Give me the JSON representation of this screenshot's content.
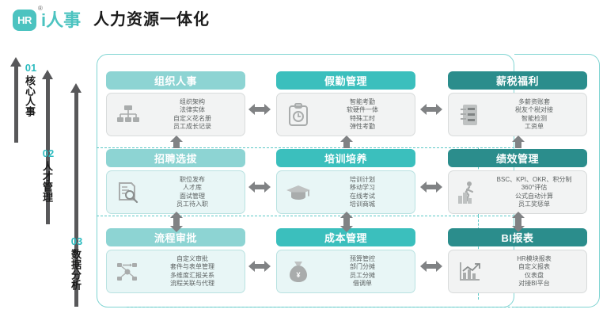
{
  "header": {
    "logo_text": "HR",
    "registered_mark": "®",
    "brand": "i人事",
    "title": "人力资源一体化",
    "brand_color": "#4cc3c0"
  },
  "axes": [
    {
      "number": "01",
      "label": "核心人事"
    },
    {
      "number": "02",
      "label": "人才管理"
    },
    {
      "number": "03",
      "label": "数据分析"
    }
  ],
  "colors": {
    "tier1_title": "#8dd4d3",
    "tier2_title": "#3bbfbd",
    "tier3_title": "#2b8d8c",
    "frame_border": "#7fd4d2",
    "arrow_gray": "#808284",
    "accent_teal": "#2fbcc0"
  },
  "cards": [
    {
      "title": "组织人事",
      "icon": "org-chart-icon",
      "items": [
        "组织架构",
        "法律实体",
        "自定义花名册",
        "员工成长记录"
      ]
    },
    {
      "title": "假勤管理",
      "icon": "clipboard-clock-icon",
      "items": [
        "智能考勤",
        "软硬件一体",
        "特殊工时",
        "弹性考勤"
      ]
    },
    {
      "title": "薪税福利",
      "icon": "payroll-list-icon",
      "items": [
        "多薪资账套",
        "税友个税对接",
        "智能检测",
        "工资单"
      ]
    },
    {
      "title": "招聘选拔",
      "icon": "resume-search-icon",
      "items": [
        "职位发布",
        "人才库",
        "面试管理",
        "员工待入职"
      ]
    },
    {
      "title": "培训培养",
      "icon": "graduation-cap-icon",
      "items": [
        "培训计划",
        "移动学习",
        "在线考试",
        "培训商城"
      ]
    },
    {
      "title": "绩效管理",
      "icon": "performance-climb-icon",
      "items": [
        "BSC、KPI、OKR、积分制",
        "360°评估",
        "公式自动计算",
        "员工奖惩单"
      ]
    },
    {
      "title": "流程审批",
      "icon": "workflow-nodes-icon",
      "items": [
        "自定义审批",
        "套件与表单管理",
        "多维度汇报关系",
        "流程关联与代理"
      ]
    },
    {
      "title": "成本管理",
      "icon": "money-bag-icon",
      "items": [
        "预算管控",
        "部门分摊",
        "员工分摊",
        "借调单"
      ]
    },
    {
      "title": "BI报表",
      "icon": "bar-chart-icon",
      "items": [
        "HR模块报表",
        "自定义报表",
        "仪表盘",
        "对接BI平台"
      ]
    }
  ],
  "footnote": ""
}
